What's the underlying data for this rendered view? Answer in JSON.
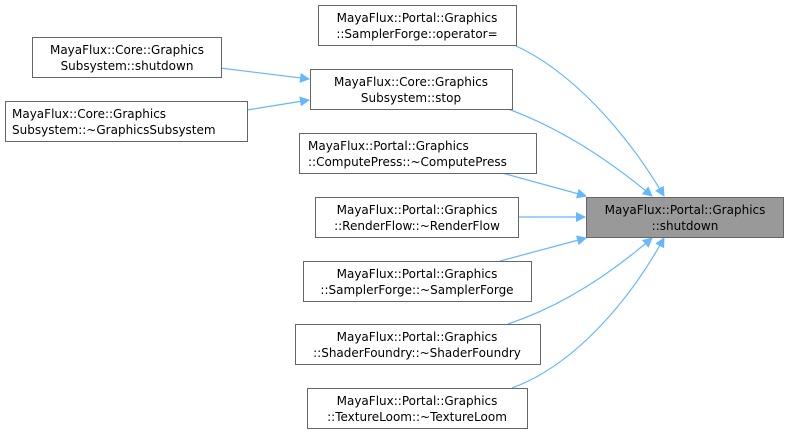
{
  "graph": {
    "colors": {
      "edge": "#63b8ff",
      "target_fill": "#999999",
      "node_border": "#666666"
    },
    "target": {
      "line1": "MayaFlux::Portal::Graphics",
      "line2": "::shutdown"
    },
    "nodes": [
      {
        "line1": "MayaFlux::Portal::Graphics",
        "line2": "::SamplerForge::operator="
      },
      {
        "line1": "MayaFlux::Core::Graphics",
        "line2": "Subsystem::shutdown"
      },
      {
        "line1": "MayaFlux::Core::Graphics",
        "line2": "Subsystem::stop"
      },
      {
        "line1": "MayaFlux::Core::Graphics",
        "line2": "Subsystem::~GraphicsSubsystem"
      },
      {
        "line1": "MayaFlux::Portal::Graphics",
        "line2": "::ComputePress::~ComputePress"
      },
      {
        "line1": "MayaFlux::Portal::Graphics",
        "line2": "::RenderFlow::~RenderFlow"
      },
      {
        "line1": "MayaFlux::Portal::Graphics",
        "line2": "::SamplerForge::~SamplerForge"
      },
      {
        "line1": "MayaFlux::Portal::Graphics",
        "line2": "::ShaderFoundry::~ShaderFoundry"
      },
      {
        "line1": "MayaFlux::Portal::Graphics",
        "line2": "::TextureLoom::~TextureLoom"
      }
    ]
  }
}
